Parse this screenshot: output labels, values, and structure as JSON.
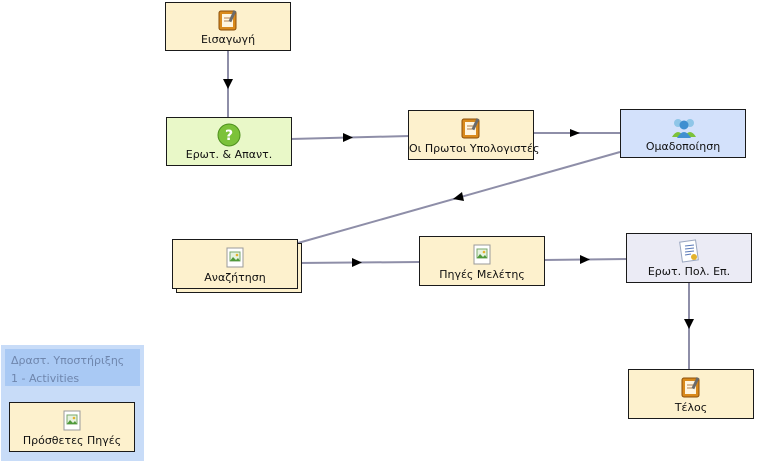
{
  "colors": {
    "activity_fill": "#fdf1cd",
    "qa_fill": "#e9f8c8",
    "grouping_fill": "#d3e1fb",
    "survey_fill": "#ebebf5",
    "edge": "#8e8ea8",
    "arrow": "#000000",
    "support_panel": "#c8dcf8",
    "support_header": "#a9c9f4"
  },
  "nodes": {
    "intro": {
      "label": "Εισαγωγή",
      "icon": "notebook-pencil-icon"
    },
    "qa": {
      "label": "Ερωτ. & Απαντ.",
      "icon": "question-icon"
    },
    "first_computers": {
      "label": "Οι Πρωτοι Υπολογιστές",
      "icon": "notebook-pencil-icon"
    },
    "grouping": {
      "label": "Ομαδοποίηση",
      "icon": "people-group-icon"
    },
    "search": {
      "label": "Αναζήτηση",
      "icon": "picture-resource-icon"
    },
    "study_sources": {
      "label": "Πηγές Μελέτης",
      "icon": "picture-resource-icon"
    },
    "survey": {
      "label": "Ερωτ. Πολ. Επ.",
      "icon": "checklist-icon"
    },
    "end": {
      "label": "Τέλος",
      "icon": "notebook-pencil-icon"
    }
  },
  "support": {
    "title": "Δραστ. Υποστήριξης",
    "subtitle": "1 - Activities",
    "item": {
      "label": "Πρόσθετες Πηγές",
      "icon": "picture-resource-icon"
    }
  }
}
